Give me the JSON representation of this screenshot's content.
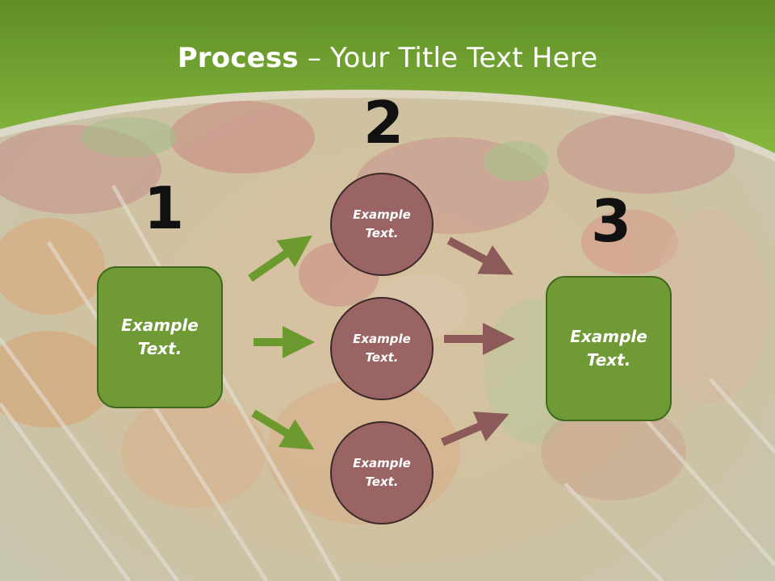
{
  "title": {
    "bold": "Process",
    "rest": " – Your Title Text Here"
  },
  "step_numbers": [
    "1",
    "2",
    "3"
  ],
  "left_box": {
    "text": "Example\nText."
  },
  "circles": [
    {
      "text": "Example\nText."
    },
    {
      "text": "Example\nText."
    },
    {
      "text": "Example\nText."
    }
  ],
  "right_box": {
    "text": "Example\nText."
  },
  "colors": {
    "green": "#6f9a35",
    "header_green": "#7fb03a",
    "maroon": "#9a6464",
    "arrow_maroon": "#8c5a58",
    "arrow_green": "#6d9a2e"
  }
}
